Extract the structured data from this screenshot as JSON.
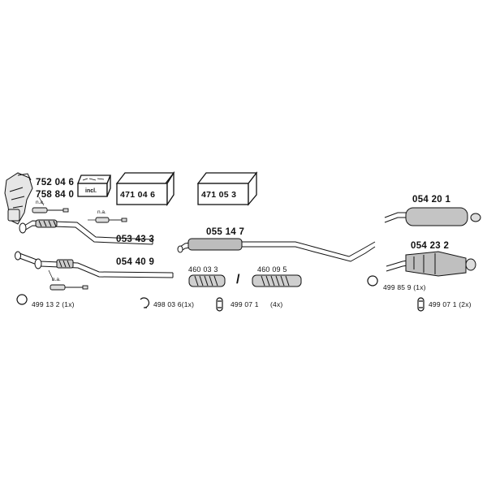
{
  "parts": {
    "manifold_1": "752 04 6",
    "manifold_2": "758 84 0",
    "front_pipe_1": "053 43 3",
    "front_pipe_2": "054 40 9",
    "center_silencer": "055 14 7",
    "flex_1": "460 03 3",
    "flex_2": "460 09 5",
    "rear_silencer_1": "054 20 1",
    "rear_silencer_2": "054 23 2"
  },
  "kits": {
    "incl_label": "incl.",
    "kit_1": "471 04 6",
    "kit_2": "471 05 3"
  },
  "notes": {
    "na_1": "n.a.",
    "na_2": "n.a.",
    "na_3": "n.a."
  },
  "flex_separator": "/",
  "accessories": {
    "ring_1": "499 13 2  (1x)",
    "clamp": "498 03 6(1x)",
    "rubber_center": "499 07 1",
    "rubber_center_qty": "(4x)",
    "ring_rear": "499 85 9 (1x)",
    "rubber_rear": "499 07 1   (2x)"
  }
}
